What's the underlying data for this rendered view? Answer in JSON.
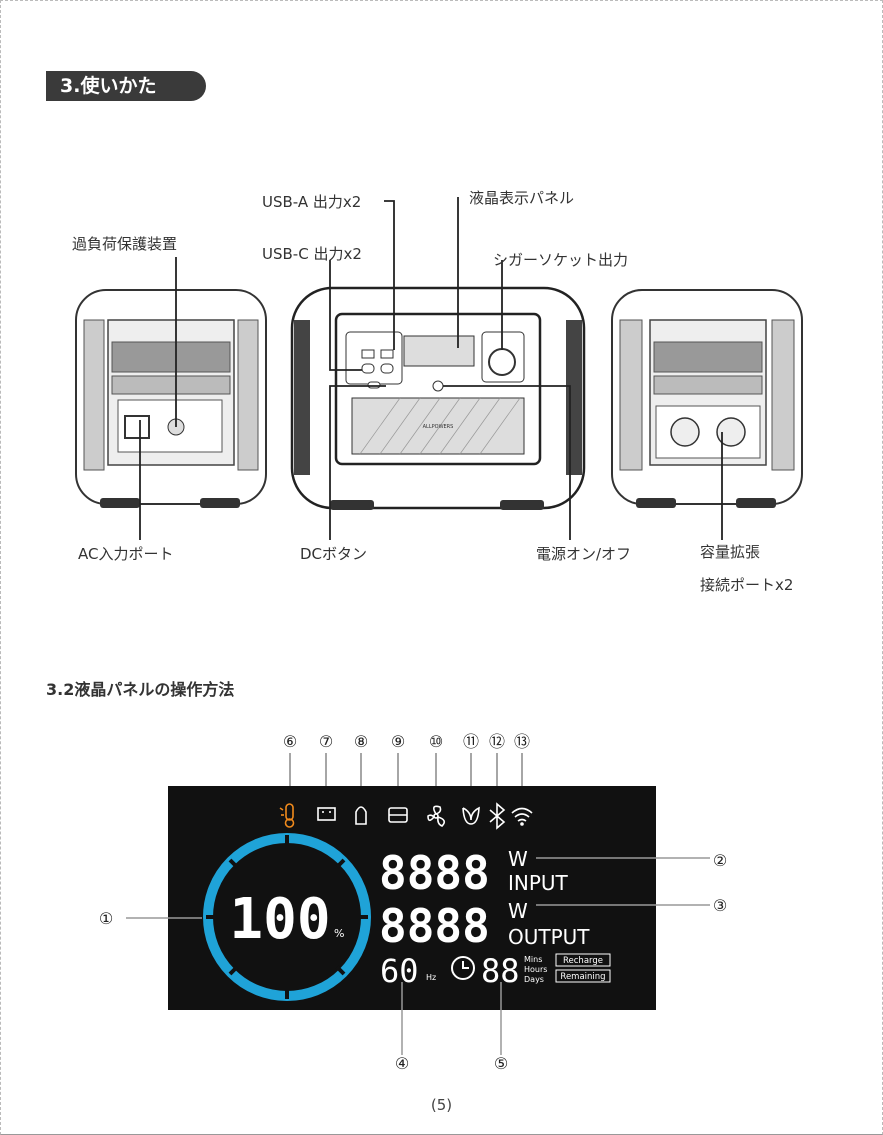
{
  "section": {
    "title": "3.使いかた"
  },
  "device_labels": {
    "usb_a": "USB-A 出力x2",
    "usb_c": "USB-C 出力x2",
    "lcd_panel": "液晶表示パネル",
    "overload": "過負荷保護装置",
    "cigar": "シガーソケット出力",
    "ac_input": "AC入力ポート",
    "dc_button": "DCボタン",
    "power": "電源オン/オフ",
    "expansion_1": "容量拡張",
    "expansion_2": "接続ポートx2",
    "brand": "ALLPOWERS"
  },
  "lcd_section": {
    "title": "3.2液晶パネルの操作方法"
  },
  "lcd": {
    "battery": "100",
    "percent": "%",
    "input_digits": "8888",
    "output_digits": "8888",
    "unit_w": "W",
    "input_label": "INPUT",
    "output_label": "OUTPUT",
    "hz_value": "60",
    "hz_unit": "Hz",
    "time_digits": "88",
    "mins": "Mins",
    "hours": "Hours",
    "days": "Days",
    "recharge": "Recharge",
    "remaining": "Remaining",
    "accent": "#1fa3d8",
    "warn": "#f08a1c"
  },
  "callouts": [
    "①",
    "②",
    "③",
    "④",
    "⑤",
    "⑥",
    "⑦",
    "⑧",
    "⑨",
    "⑩",
    "⑪",
    "⑫",
    "⑬"
  ],
  "page": {
    "number": "(5)"
  }
}
